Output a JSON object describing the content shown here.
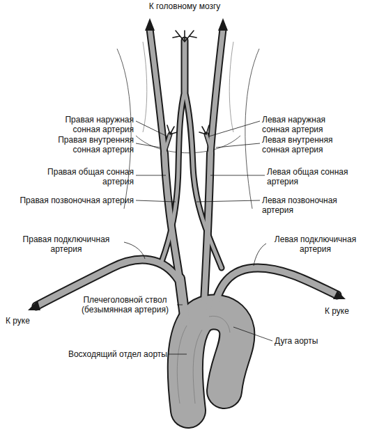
{
  "diagram": {
    "labels": [
      "К головному мозгу",
      "Правая наружная сонная артерия",
      "Правая внутренняя сонная артерия",
      "Правая общая сонная артерия",
      "Правая позвоночная артерия",
      "Правая подключичная артерия",
      "К руке",
      "Плечеголовной ствол (безымянная артерия)",
      "Восходящий отдел аорты",
      "Левая наружная сонная артерия",
      "Левая внутренняя сонная артерия",
      "Левая общая сонная артерия",
      "Левая позвоночная артерия",
      "Левая подключичная артерия",
      "К руке",
      "Дуга аорты"
    ]
  }
}
